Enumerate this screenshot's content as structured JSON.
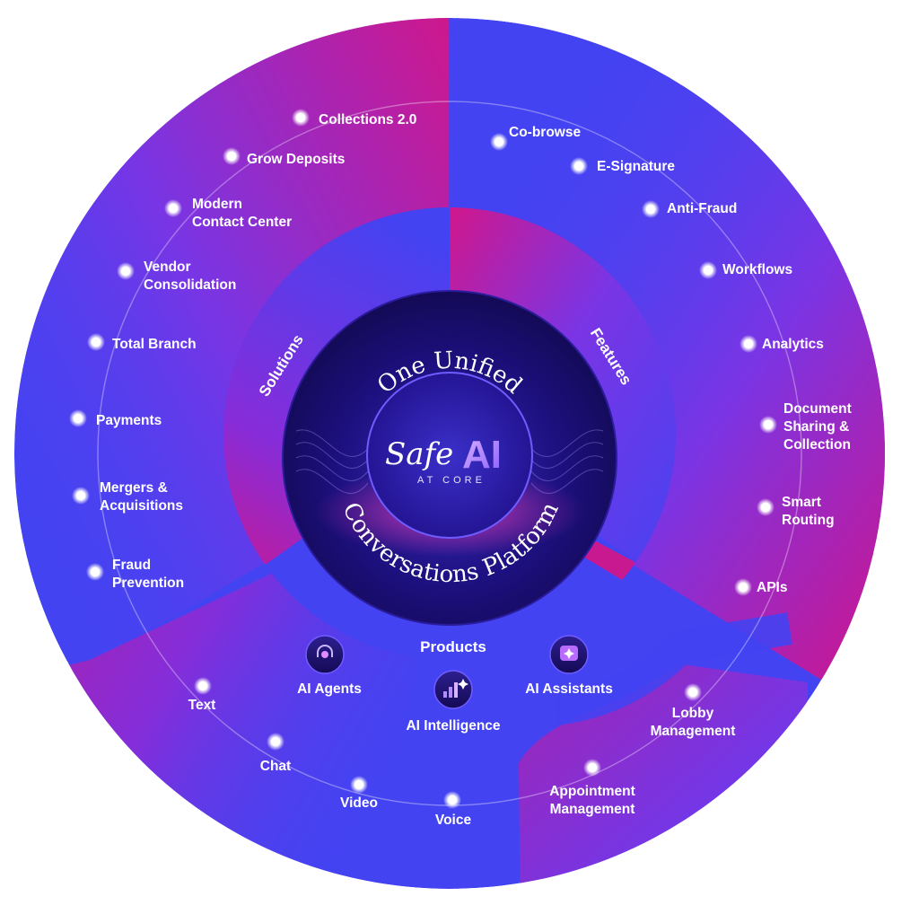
{
  "core": {
    "top_text": "One Unified",
    "bottom_text": "Conversations Platform",
    "brand_main": "Safe",
    "brand_ai": "AI",
    "brand_tag": "AT CORE"
  },
  "segments": {
    "solutions": "Solutions",
    "features": "Features",
    "products": "Products"
  },
  "solutions": [
    "Collections 2.0",
    "Grow Deposits",
    "Modern\nContact Center",
    "Vendor\nConsolidation",
    "Total Branch",
    "Payments",
    "Mergers &\nAcquisitions",
    "Fraud\nPrevention"
  ],
  "features": [
    "Co-browse",
    "E-Signature",
    "Anti-Fraud",
    "Workflows",
    "Analytics",
    "Document\nSharing &\nCollection",
    "Smart\nRouting",
    "APIs"
  ],
  "channels": [
    "Text",
    "Chat",
    "Video",
    "Voice"
  ],
  "engagement": [
    "Lobby\nManagement",
    "Appointment\nManagement"
  ],
  "products": [
    {
      "label": "AI Agents",
      "icon": "headset-icon"
    },
    {
      "label": "AI Intelligence",
      "icon": "bar-chart-sparkle-icon"
    },
    {
      "label": "AI Assistants",
      "icon": "sparkle-chat-icon"
    }
  ],
  "colors": {
    "ring_blue": "#4343f2",
    "accent_magenta": "#e0127f",
    "accent_purple": "#8f2ad6",
    "core_dark": "#150a5e",
    "node_white": "#ffffff"
  }
}
